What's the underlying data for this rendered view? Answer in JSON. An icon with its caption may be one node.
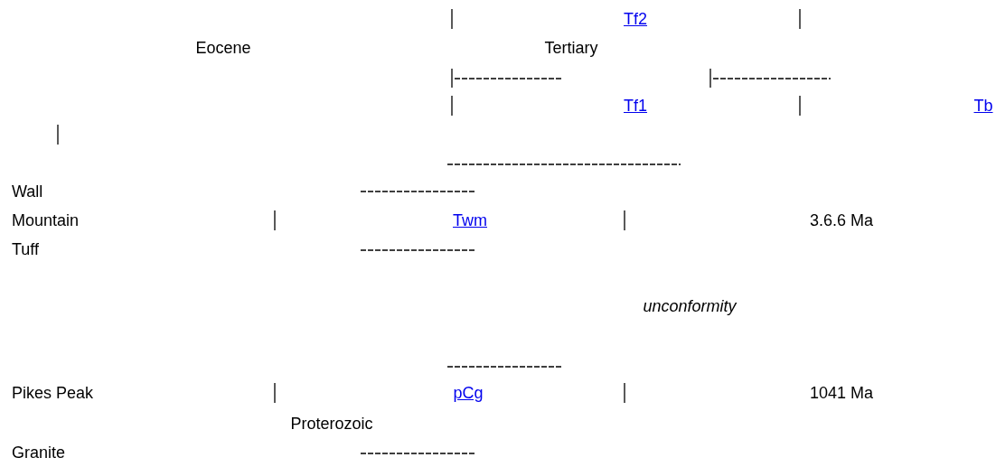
{
  "diagram": {
    "labels": [
      "Tf2",
      "Eocene",
      "Tertiary",
      "Tf1",
      "Tb",
      "Wall Mountain Tuff",
      "Twm",
      "3.6.6 Ma",
      "unconformity",
      "Pikes Peak Granite",
      "pCg",
      "1041 Ma",
      "Proterozoic"
    ]
  }
}
